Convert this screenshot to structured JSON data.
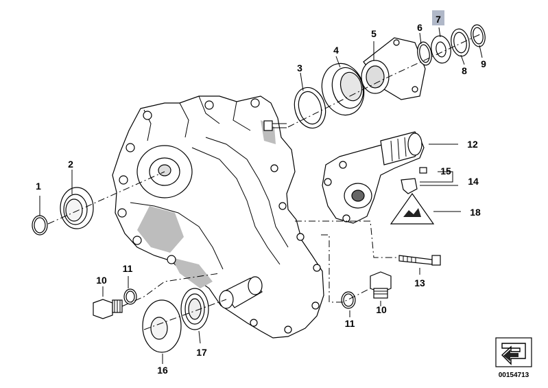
{
  "callouts": {
    "p1": "1",
    "p2": "2",
    "p3": "3",
    "p4": "4",
    "p5": "5",
    "p6": "6",
    "p7": "7",
    "p8": "8",
    "p9": "9",
    "p10a": "10",
    "p10b": "10",
    "p11a": "11",
    "p11b": "11",
    "p12": "12",
    "p13": "13",
    "p14": "14",
    "p15": "15",
    "p16": "16",
    "p17": "17",
    "p18": "18"
  },
  "diagram_id": "00154713",
  "colors": {
    "line": "#000000",
    "highlight": "#b0b8c8",
    "shade": "#bdbdbd"
  },
  "icons": [
    "transfer-case-housing",
    "actuator-motor",
    "warning-triangle-icon",
    "arrow-logo-icon"
  ]
}
